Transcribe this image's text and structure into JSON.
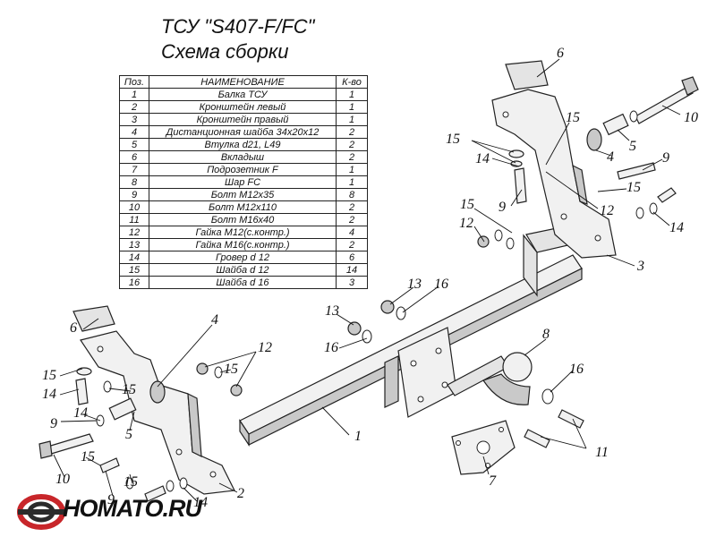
{
  "title": "ТСУ \"S407-F/FC\"",
  "subtitle": "Схема сборки",
  "table": {
    "headers": [
      "Поз.",
      "НАИМЕНОВАНИЕ",
      "К-во"
    ],
    "rows": [
      [
        "1",
        "Балка ТСУ",
        "1"
      ],
      [
        "2",
        "Кронштейн левый",
        "1"
      ],
      [
        "3",
        "Кронштейн правый",
        "1"
      ],
      [
        "4",
        "Дистанционная шайба 34x20x12",
        "2"
      ],
      [
        "5",
        "Втулка d21, L49",
        "2"
      ],
      [
        "6",
        "Вкладыш",
        "2"
      ],
      [
        "7",
        "Подрозетник F",
        "1"
      ],
      [
        "8",
        "Шар FC",
        "1"
      ],
      [
        "9",
        "Болт М12x35",
        "8"
      ],
      [
        "10",
        "Болт М12x110",
        "2"
      ],
      [
        "11",
        "Болт М16x40",
        "2"
      ],
      [
        "12",
        "Гайка М12(с.контр.)",
        "4"
      ],
      [
        "13",
        "Гайка М16(с.контр.)",
        "2"
      ],
      [
        "14",
        "Гровер d 12",
        "6"
      ],
      [
        "15",
        "Шайба d 12",
        "14"
      ],
      [
        "16",
        "Шайба d 16",
        "3"
      ]
    ]
  },
  "callouts": [
    "6",
    "10",
    "15",
    "5",
    "15",
    "14",
    "4",
    "9",
    "15",
    "12",
    "15",
    "14",
    "12",
    "9",
    "3",
    "13",
    "16",
    "13",
    "16",
    "4",
    "12",
    "15",
    "6",
    "15",
    "14",
    "15",
    "9",
    "14",
    "8",
    "16",
    "1",
    "15",
    "5",
    "11",
    "10",
    "9",
    "15",
    "7",
    "14",
    "2"
  ],
  "logo": {
    "text": "HOMATO.RU",
    "colors": {
      "ring": "#c8262a",
      "ring_dark": "#2b2b2b"
    }
  }
}
